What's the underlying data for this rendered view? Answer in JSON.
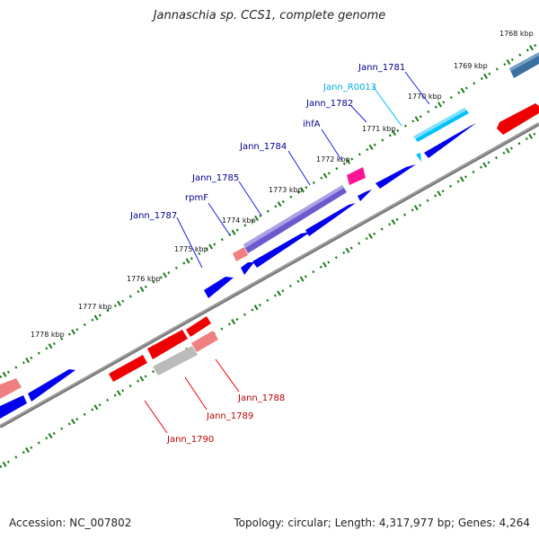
{
  "title": "Jannaschia sp. CCS1, complete genome",
  "footer": {
    "accession": "Accession: NC_007802",
    "topology": "Topology: circular; Length: 4,317,977 bp; Genes: 4,264"
  },
  "colors": {
    "forward_gene": "#0000ee",
    "reverse_gene": "#ee0000",
    "reverse_gene_light": "#f08080",
    "gene_purple": "#6a5acd",
    "gene_cyan": "#00bfff",
    "gene_pink": "#ff1493",
    "gene_gray": "#bbbbbb",
    "gene_steel": "#3a6fa0",
    "backbone": "#777777",
    "ticks": "#1a7a1a",
    "label_forward": "#00008b",
    "label_reverse": "#bb0000",
    "label_rna": "#00aadd"
  },
  "kbp_labels": [
    "1768 kbp",
    "1769 kbp",
    "1770 kbp",
    "1771 kbp",
    "1772 kbp",
    "1773 kbp",
    "1774 kbp",
    "1775 kbp",
    "1776 kbp",
    "1777 kbp",
    "1778 kbp"
  ],
  "gene_labels": [
    "Jann_1781",
    "Jann_R0013",
    "Jann_1782",
    "ihfA",
    "Jann_1784",
    "Jann_1785",
    "rpmF",
    "Jann_1787",
    "Jann_1788",
    "Jann_1789",
    "Jann_1790"
  ]
}
